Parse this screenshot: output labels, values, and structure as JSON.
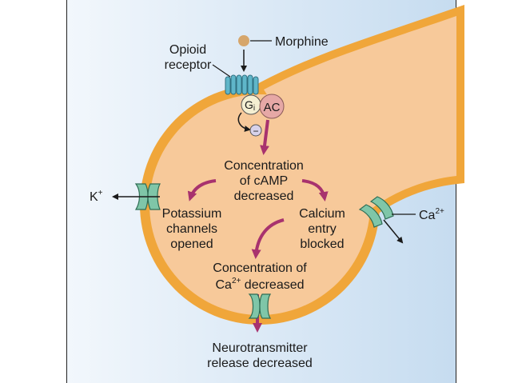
{
  "diagram": {
    "receptor_label_line1": "Opioid",
    "receptor_label_line2": "receptor",
    "drug_label": "Morphine",
    "gi_label": "G",
    "gi_sub": "i",
    "ac_label": "AC",
    "inhibit_symbol": "−",
    "camp_line1": "Concentration",
    "camp_line2": "of cAMP",
    "camp_line3": "decreased",
    "potassium_line1": "Potassium",
    "potassium_line2": "channels",
    "potassium_line3": "opened",
    "calcium_line1": "Calcium",
    "calcium_line2": "entry",
    "calcium_line3": "blocked",
    "ca_conc_line1": "Concentration of",
    "ca_conc_line2_base": "Ca",
    "ca_conc_line2_sup": "2+",
    "ca_conc_line2_rest": " decreased",
    "k_ion_base": "K",
    "k_ion_sup": "+",
    "ca_ion_base": "Ca",
    "ca_ion_sup": "2+",
    "release_line1": "Neurotransmitter",
    "release_line2": "release decreased"
  },
  "colors": {
    "terminal_fill": "#f7c99a",
    "membrane": "#f0a63a",
    "pathway_arrow": "#a8326e",
    "channel": "#7fc6a8",
    "receptor": "#5fb6c9",
    "drug": "#d6a66b",
    "ac": "#e6a8a6"
  }
}
